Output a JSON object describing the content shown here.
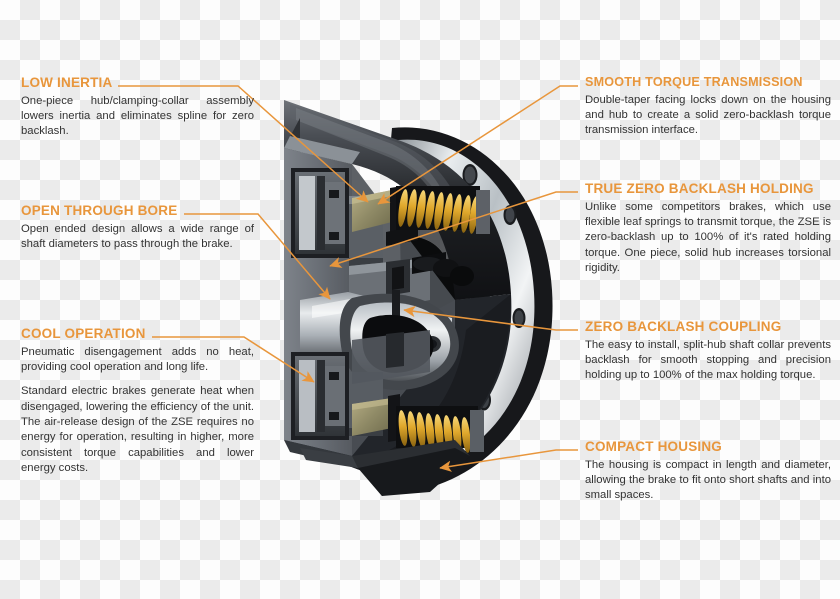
{
  "theme": {
    "accent": "#e8963c",
    "body_text": "#333333",
    "checker_light": "#fdfdfd",
    "checker_dark": "#ebebeb"
  },
  "product": {
    "name": "ZSE pneumatic zero-backlash brake",
    "view": "cutaway 3D render",
    "materials": {
      "housing": "#3c3f44",
      "housing_dark": "#1b1c1f",
      "chrome": "#cfd3d6",
      "spring_gold": "#e8b23c",
      "friction_facing": "#9a9470"
    }
  },
  "callouts": {
    "left": [
      {
        "id": "low-inertia",
        "heading": "LOW INERTIA",
        "paragraphs": [
          "One-piece hub/clamping-collar assembly lowers inertia and eliminates spline for zero backlash."
        ]
      },
      {
        "id": "open-through-bore",
        "heading": "OPEN THROUGH BORE",
        "paragraphs": [
          "Open ended design allows a wide range of shaft diameters to pass through the brake."
        ]
      },
      {
        "id": "cool-operation",
        "heading": "COOL OPERATION",
        "paragraphs": [
          "Pneumatic disengagement adds no heat, providing cool operation and long life.",
          "Standard electric brakes generate heat when disengaged,  lowering the efficiency of the unit. The air-release design of the ZSE requires no energy for operation, resulting in higher, more consistent torque capabilities and lower energy costs."
        ]
      }
    ],
    "right": [
      {
        "id": "smooth-torque-transmission",
        "heading": "SMOOTH TORQUE TRANSMISSION",
        "paragraphs": [
          "Double-taper facing locks down on the housing and hub to create a solid zero-backlash torque transmission interface."
        ]
      },
      {
        "id": "true-zero-backlash-holding",
        "heading": "TRUE ZERO BACKLASH HOLDING",
        "paragraphs": [
          "Unlike some competitors brakes, which use flexible leaf springs to transmit torque, the ZSE is zero-backlash up to 100% of it's rated holding torque. One piece, solid hub increases torsional rigidity."
        ]
      },
      {
        "id": "zero-backlash-coupling",
        "heading": "ZERO BACKLASH COUPLING",
        "paragraphs": [
          "The easy to install, split-hub shaft collar prevents backlash for smooth stopping and precision holding up to 100% of the max holding torque."
        ]
      },
      {
        "id": "compact-housing",
        "heading": "COMPACT HOUSING",
        "paragraphs": [
          "The housing is compact in length and diameter, allowing the brake to fit onto short shafts and into small spaces."
        ]
      }
    ]
  }
}
